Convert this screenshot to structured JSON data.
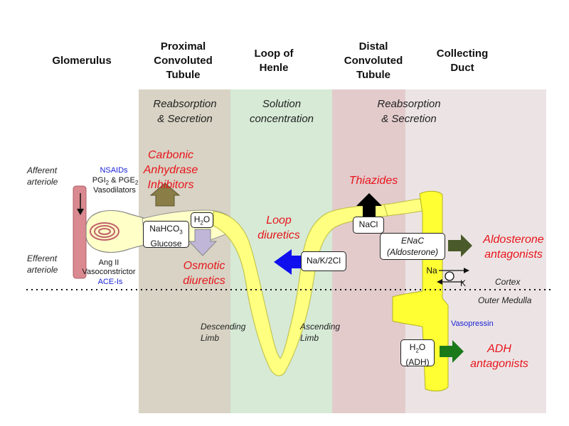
{
  "headers": {
    "glomerulus": "Glomerulus",
    "proximal": "Proximal\nConvoluted\nTubule",
    "loop": "Loop of\nHenle",
    "distal": "Distal\nConvoluted\nTubule",
    "collecting": "Collecting\nDuct"
  },
  "region_labels": {
    "proximal": "Reabsorption\n& Secretion",
    "loop": "Solution\nconcentration",
    "distal": "Reabsorption\n& Secretion"
  },
  "glomerulus": {
    "afferent": "Afferent\narteriole",
    "efferent": "Efferent\narteriole",
    "nsaids": "NSAIDs",
    "pgi_prefix": "PGI",
    "pgi_sub": "2",
    "pge_mid": " & PGE",
    "pge_sub": "2",
    "vasodilators": "Vasodilators",
    "ang2": "Ang II",
    "vasoconstrictor": "Vasoconstrictor",
    "ace": "ACE-Is"
  },
  "drugs": {
    "carbonic": "Carbonic\nAnhydrase\nInhibitors",
    "osmotic": "Osmotic\ndiuretics",
    "loop": "Loop\ndiuretics",
    "thiazides": "Thiazides",
    "aldosterone": "Aldosterone\nantagonists",
    "adh": "ADH\nantagonists"
  },
  "boxes": {
    "nahco3_main": "NaHCO",
    "nahco3_sub": "3",
    "glucose": "Glucose",
    "h2o_prox_a": "H",
    "h2o_prox_sub": "2",
    "h2o_prox_b": "O",
    "nak2cl": "Na/K/2Cl",
    "nacl": "NaCl",
    "enac": "ENaC",
    "enac_sub": "(Aldosterone)",
    "h2o_adh_a": "H",
    "h2o_adh_sub": "2",
    "h2o_adh_b": "O",
    "h2o_adh_label": "(ADH)"
  },
  "misc": {
    "na": "Na",
    "k": "K",
    "cortex": "Cortex",
    "outer_medulla": "Outer Medulla",
    "descending": "Descending\nLimb",
    "ascending": "Ascending\nLimb",
    "vasopressin": "Vasopressin"
  },
  "colors": {
    "proximal_band": "#d8d3c4",
    "loop_band": "#d6ead6",
    "distal_band": "#e3cbcc",
    "collecting_band": "#ece4e4",
    "tubule_fill": "#ffff66",
    "vessel": "#d9898f",
    "drug_text": "#e8141c",
    "blue_text": "#1a23d6"
  }
}
